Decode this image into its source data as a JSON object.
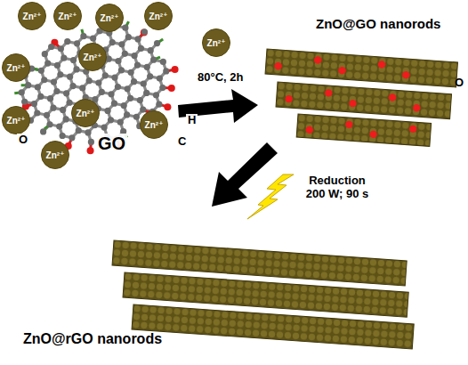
{
  "diagram": {
    "nodes": [
      {
        "text": [
          "Zn²⁺"
        ]
      },
      {
        "text": [
          "Zn²⁺"
        ]
      },
      {
        "text": [
          "Zn²⁺"
        ]
      },
      {
        "text": [
          "Zn²⁺"
        ]
      },
      {
        "text": [
          "Zn²⁺"
        ]
      },
      {
        "text": [
          "Zn²⁺"
        ]
      },
      {
        "text": [
          "Zn²⁺"
        ]
      },
      {
        "text": [
          "Zn²⁺"
        ]
      },
      {
        "text": [
          "Zn²⁺"
        ]
      },
      {
        "text": [
          "Zn²⁺"
        ]
      },
      {
        "text": [
          "Zn²⁺"
        ]
      }
    ],
    "labels": [
      "ZnO@GO nanorods",
      "H",
      "O",
      "C",
      "GO",
      "80°C, 2h",
      "O",
      "Reduction 200 W; 90 s",
      "ZnO@rGO nanorods"
    ]
  }
}
